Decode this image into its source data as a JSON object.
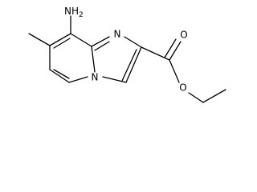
{
  "molecule": {
    "labels": {
      "amine_N": "N",
      "amine_H": "H",
      "amine_H_count": "2",
      "ring_N1": "N",
      "ring_N2": "N",
      "carbonyl_O": "O",
      "ester_O": "O"
    },
    "colors": {
      "bond": "#000000",
      "label": "#000000",
      "background": "#ffffff"
    }
  }
}
